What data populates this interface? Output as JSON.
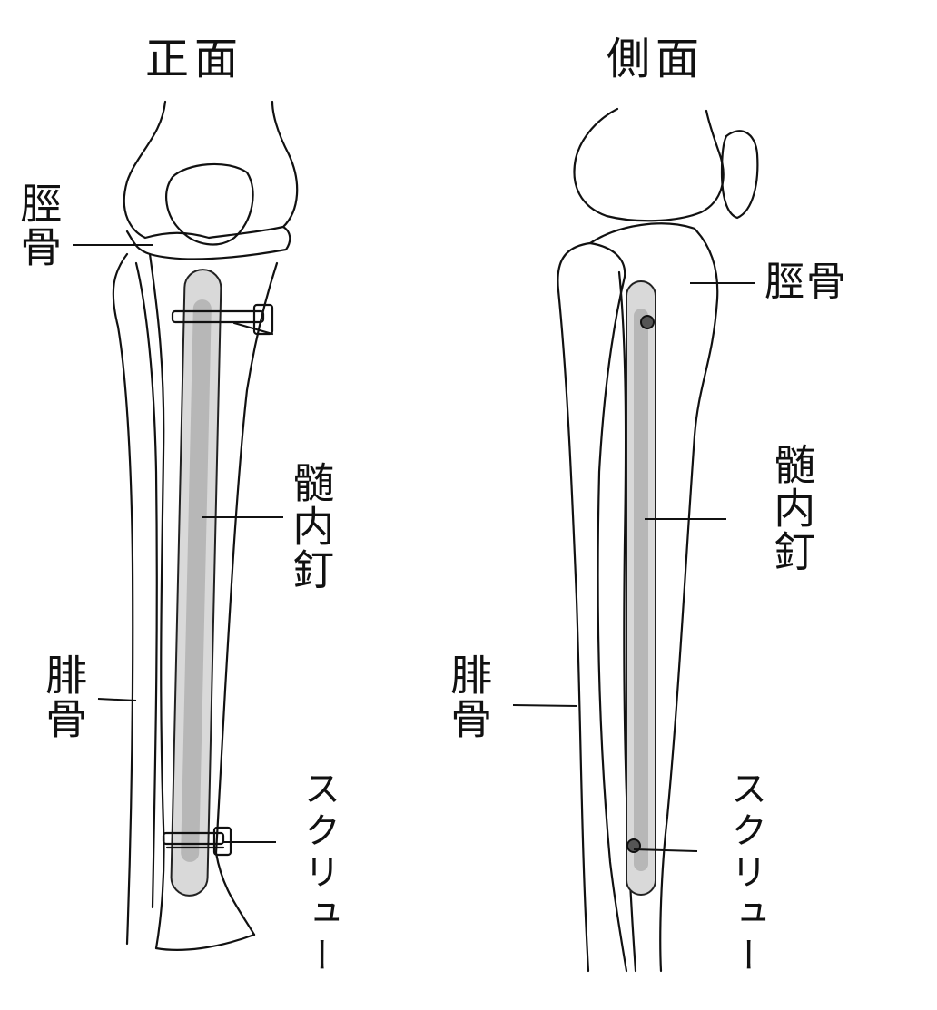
{
  "views": {
    "front": {
      "title": "正面",
      "labels": {
        "tibia": "脛骨",
        "fibula": "腓骨",
        "nail": "髄内釘",
        "screw": "スクリュー"
      }
    },
    "side": {
      "title": "側面",
      "labels": {
        "tibia": "脛骨",
        "fibula": "腓骨",
        "nail": "髄内釘",
        "screw": "スクリュー"
      }
    }
  },
  "colors": {
    "ink": "#111111",
    "nail_fill": "#d9d9d9",
    "nail_shade": "#9a9a9a",
    "background": "#ffffff"
  }
}
